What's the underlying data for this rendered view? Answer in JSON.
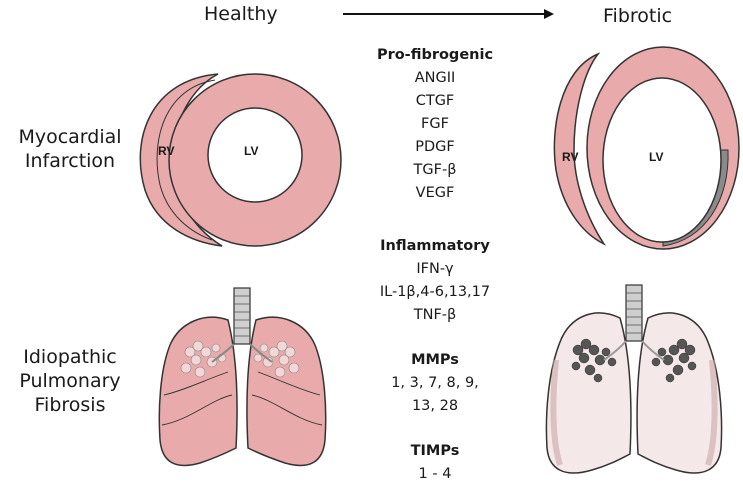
{
  "header": {
    "left": "Healthy",
    "right": "Fibrotic"
  },
  "row_labels": {
    "mi": [
      "Myocardial",
      "Infarction"
    ],
    "ipf": [
      "Idiopathic",
      "Pulmonary",
      "Fibrosis"
    ]
  },
  "heart_labels": {
    "rv": "RV",
    "lv": "LV"
  },
  "groups": [
    {
      "title": "Pro-fibrogenic",
      "items": [
        "ANGII",
        "CTGF",
        "FGF",
        "PDGF",
        "TGF-β",
        "VEGF"
      ]
    },
    {
      "title": "Inflammatory",
      "items": [
        "IFN-γ",
        "IL-1β,4-6,13,17",
        "TNF-β"
      ]
    },
    {
      "title": "MMPs",
      "items": [
        "1, 3, 7, 8, 9,",
        "13, 28"
      ]
    },
    {
      "title": "TIMPs",
      "items": [
        "1 - 4"
      ]
    }
  ],
  "colors": {
    "tissue": "#e8aaaa",
    "fibrosis": "#8a8a8a",
    "outline": "#333333",
    "pale_lung": "#f4e8e8"
  }
}
